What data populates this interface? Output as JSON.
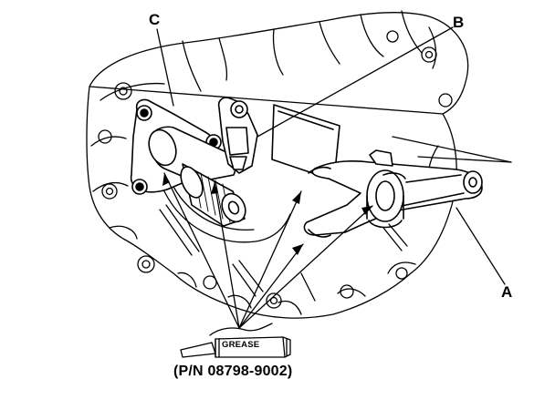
{
  "labels": {
    "a": "A",
    "b": "B",
    "c": "C"
  },
  "grease_tube": {
    "text": "GREASE"
  },
  "part_number": "(P/N 08798-9002)",
  "colors": {
    "ink": "#000000",
    "paper": "#ffffff"
  }
}
